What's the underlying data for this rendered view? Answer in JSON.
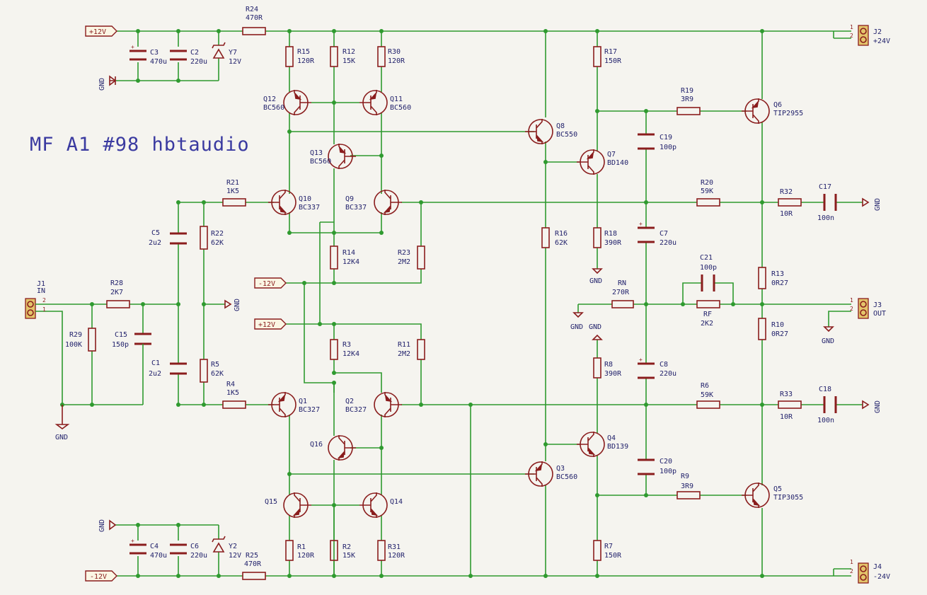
{
  "title": "MF A1 #98 hbtaudio",
  "net_labels": {
    "p12_top": "+12V",
    "m12_bot": "-12V",
    "m12_mid": "-12V",
    "p12_mid": "+12V"
  },
  "gnd": "GND",
  "connectors": {
    "J1": {
      "ref": "J1",
      "value": "IN",
      "pins": [
        "2",
        "1"
      ]
    },
    "J2": {
      "ref": "J2",
      "value": "+24V",
      "pins": [
        "1",
        "2"
      ]
    },
    "J3": {
      "ref": "J3",
      "value": "OUT",
      "pins": [
        "1",
        "2"
      ]
    },
    "J4": {
      "ref": "J4",
      "value": "-24V",
      "pins": [
        "1",
        "2"
      ]
    }
  },
  "resistors": {
    "R24": {
      "ref": "R24",
      "value": "470R"
    },
    "R25": {
      "ref": "R25",
      "value": "470R"
    },
    "R15": {
      "ref": "R15",
      "value": "120R"
    },
    "R12": {
      "ref": "R12",
      "value": "15K"
    },
    "R30": {
      "ref": "R30",
      "value": "120R"
    },
    "R1": {
      "ref": "R1",
      "value": "120R"
    },
    "R2": {
      "ref": "R2",
      "value": "15K"
    },
    "R31": {
      "ref": "R31",
      "value": "120R"
    },
    "R21": {
      "ref": "R21",
      "value": "1K5"
    },
    "R4": {
      "ref": "R4",
      "value": "1K5"
    },
    "R22": {
      "ref": "R22",
      "value": "62K"
    },
    "R5": {
      "ref": "R5",
      "value": "62K"
    },
    "R28": {
      "ref": "R28",
      "value": "2K7"
    },
    "R29": {
      "ref": "R29",
      "value": "100K"
    },
    "R14": {
      "ref": "R14",
      "value": "12K4"
    },
    "R3": {
      "ref": "R3",
      "value": "12K4"
    },
    "R23": {
      "ref": "R23",
      "value": "2M2"
    },
    "R11": {
      "ref": "R11",
      "value": "2M2"
    },
    "R16": {
      "ref": "R16",
      "value": "62K"
    },
    "R17": {
      "ref": "R17",
      "value": "150R"
    },
    "R18": {
      "ref": "R18",
      "value": "390R"
    },
    "R8": {
      "ref": "R8",
      "value": "390R"
    },
    "R7": {
      "ref": "R7",
      "value": "150R"
    },
    "R19": {
      "ref": "R19",
      "value": "3R9"
    },
    "R9": {
      "ref": "R9",
      "value": "3R9"
    },
    "R20": {
      "ref": "R20",
      "value": "59K"
    },
    "R6": {
      "ref": "R6",
      "value": "59K"
    },
    "RN": {
      "ref": "RN",
      "value": "270R"
    },
    "RF": {
      "ref": "RF",
      "value": "2K2"
    },
    "R32": {
      "ref": "R32",
      "value": "10R"
    },
    "R33": {
      "ref": "R33",
      "value": "10R"
    },
    "R13": {
      "ref": "R13",
      "value": "0R27"
    },
    "R10": {
      "ref": "R10",
      "value": "0R27"
    }
  },
  "capacitors": {
    "C3": {
      "ref": "C3",
      "value": "470u"
    },
    "C2": {
      "ref": "C2",
      "value": "220u"
    },
    "C4": {
      "ref": "C4",
      "value": "470u"
    },
    "C6": {
      "ref": "C6",
      "value": "220u"
    },
    "C5": {
      "ref": "C5",
      "value": "2u2"
    },
    "C1": {
      "ref": "C1",
      "value": "2u2"
    },
    "C15": {
      "ref": "C15",
      "value": "150p"
    },
    "C19": {
      "ref": "C19",
      "value": "100p"
    },
    "C20": {
      "ref": "C20",
      "value": "100p"
    },
    "C7": {
      "ref": "C7",
      "value": "220u"
    },
    "C8": {
      "ref": "C8",
      "value": "220u"
    },
    "C21": {
      "ref": "C21",
      "value": "100p"
    },
    "C17": {
      "ref": "C17",
      "value": "100n"
    },
    "C18": {
      "ref": "C18",
      "value": "100n"
    }
  },
  "zeners": {
    "Y7": {
      "ref": "Y7",
      "value": "12V"
    },
    "Y2": {
      "ref": "Y2",
      "value": "12V"
    }
  },
  "transistors": {
    "Q12": {
      "ref": "Q12",
      "value": "BC560"
    },
    "Q11": {
      "ref": "Q11",
      "value": "BC560"
    },
    "Q13": {
      "ref": "Q13",
      "value": "BC560"
    },
    "Q10": {
      "ref": "Q10",
      "value": "BC337"
    },
    "Q9": {
      "ref": "Q9",
      "value": "BC337"
    },
    "Q1": {
      "ref": "Q1",
      "value": "BC327"
    },
    "Q2": {
      "ref": "Q2",
      "value": "BC327"
    },
    "Q16": {
      "ref": "Q16",
      "value": ""
    },
    "Q15": {
      "ref": "Q15",
      "value": ""
    },
    "Q14": {
      "ref": "Q14",
      "value": ""
    },
    "Q8": {
      "ref": "Q8",
      "value": "BC550"
    },
    "Q7": {
      "ref": "Q7",
      "value": "BD140"
    },
    "Q4": {
      "ref": "Q4",
      "value": "BD139"
    },
    "Q3": {
      "ref": "Q3",
      "value": "BC560"
    },
    "Q6": {
      "ref": "Q6",
      "value": "TIP2955"
    },
    "Q5": {
      "ref": "Q5",
      "value": "TIP3055"
    }
  }
}
